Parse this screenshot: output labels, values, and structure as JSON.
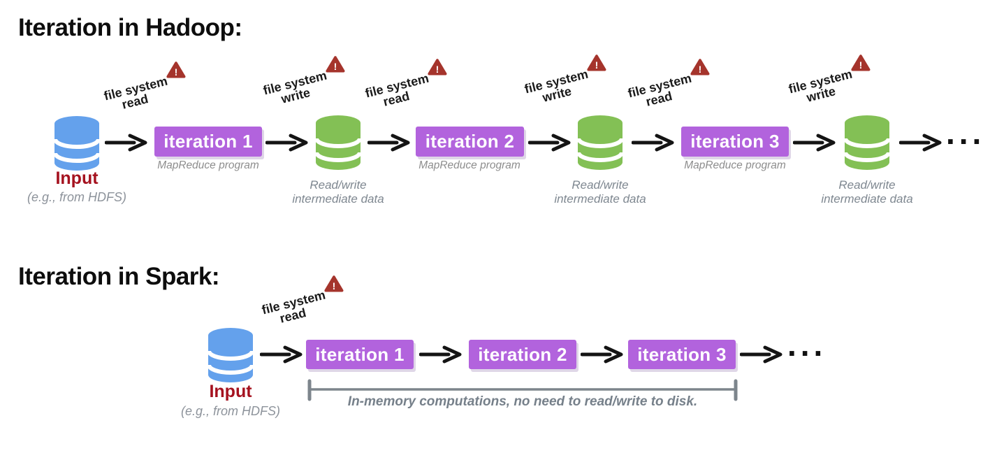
{
  "hadoop": {
    "title": "Iteration in Hadoop:",
    "input": {
      "label": "Input",
      "sublabel": "(e.g., from HDFS)"
    },
    "iterations": [
      {
        "label": "iteration 1",
        "caption": "MapReduce program"
      },
      {
        "label": "iteration 2",
        "caption": "MapReduce program"
      },
      {
        "label": "iteration 3",
        "caption": "MapReduce program"
      }
    ],
    "intermediate_caption": [
      "Read/write",
      "intermediate data"
    ],
    "ellipsis": "..."
  },
  "spark": {
    "title": "Iteration in Spark:",
    "input": {
      "label": "Input",
      "sublabel": "(e.g., from HDFS)"
    },
    "iterations": [
      {
        "label": "iteration 1"
      },
      {
        "label": "iteration 2"
      },
      {
        "label": "iteration 3"
      }
    ],
    "bracket_caption": "In-memory computations, no need to read/write to disk.",
    "ellipsis": "..."
  },
  "fs": {
    "read": [
      "file system",
      "read"
    ],
    "write": [
      "file system",
      "write"
    ]
  },
  "icons": {
    "warning_glyph": "!"
  },
  "colors": {
    "iteration_box_purple": "#b263dd",
    "input_db_blue": "#64a1ec",
    "intermediate_db_green": "#83c055",
    "input_label_red": "#a5121f",
    "caption_gray": "#8d8d8d",
    "warning_red": "#a5342c",
    "arrow_black": "#141414",
    "bracket_gray": "#7d858c"
  }
}
